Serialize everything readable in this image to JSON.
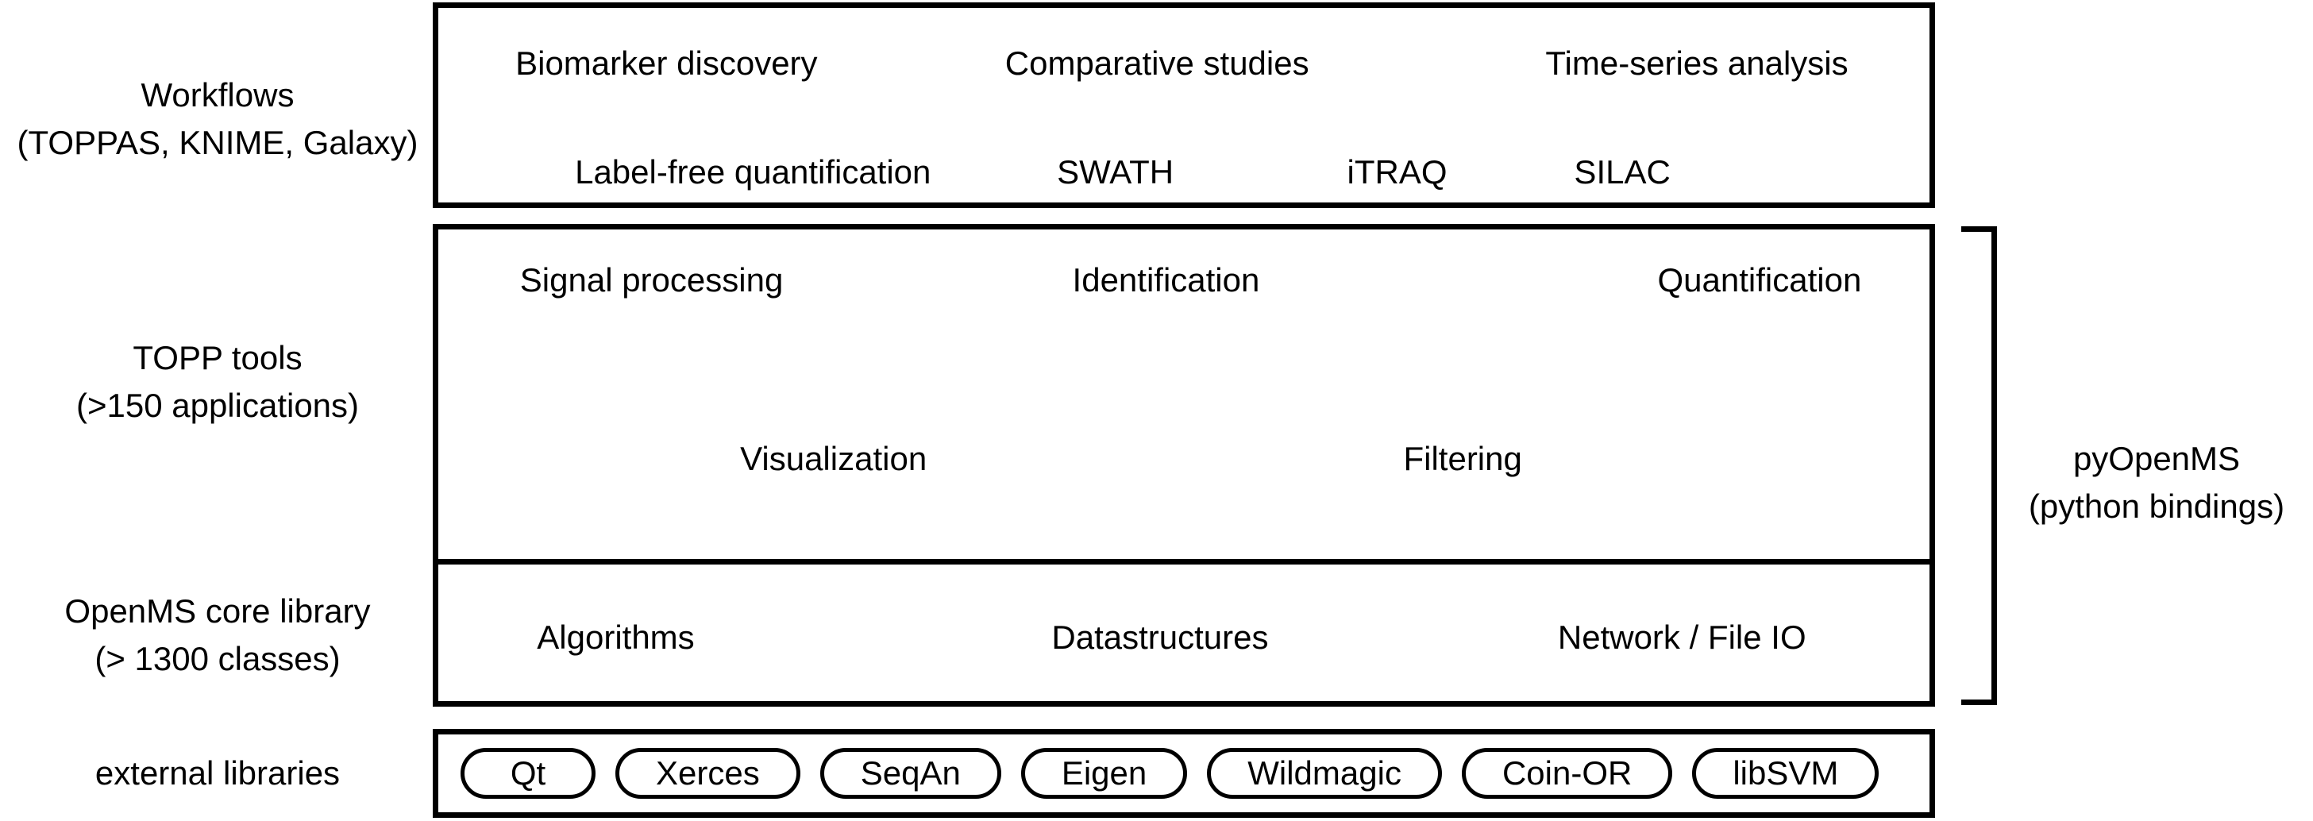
{
  "colors": {
    "ink": "#000000",
    "background": "#ffffff",
    "border": "#000000"
  },
  "left_labels": {
    "workflows": {
      "line1": "Workflows",
      "line2": "(TOPPAS, KNIME, Galaxy)"
    },
    "topp": {
      "line1": "TOPP tools",
      "line2": "(>150 applications)"
    },
    "core": {
      "line1": "OpenMS core library",
      "line2": "(> 1300 classes)"
    },
    "external": {
      "line1": "external libraries"
    }
  },
  "workflows_box": {
    "row1": [
      "Biomarker discovery",
      "Comparative studies",
      "Time-series analysis"
    ],
    "row2": [
      "Label-free quantification",
      "SWATH",
      "iTRAQ",
      "SILAC"
    ]
  },
  "topp_box": {
    "row1": [
      "Signal processing",
      "Identification",
      "Quantification"
    ],
    "row2": [
      "Visualization",
      "Filtering"
    ]
  },
  "core_box": {
    "items": [
      "Algorithms",
      "Datastructures",
      "Network / File IO"
    ]
  },
  "external_box": {
    "pills": [
      "Qt",
      "Xerces",
      "SeqAn",
      "Eigen",
      "Wildmagic",
      "Coin-OR",
      "libSVM"
    ]
  },
  "pyopenms": {
    "line1": "pyOpenMS",
    "line2": "(python bindings)"
  }
}
